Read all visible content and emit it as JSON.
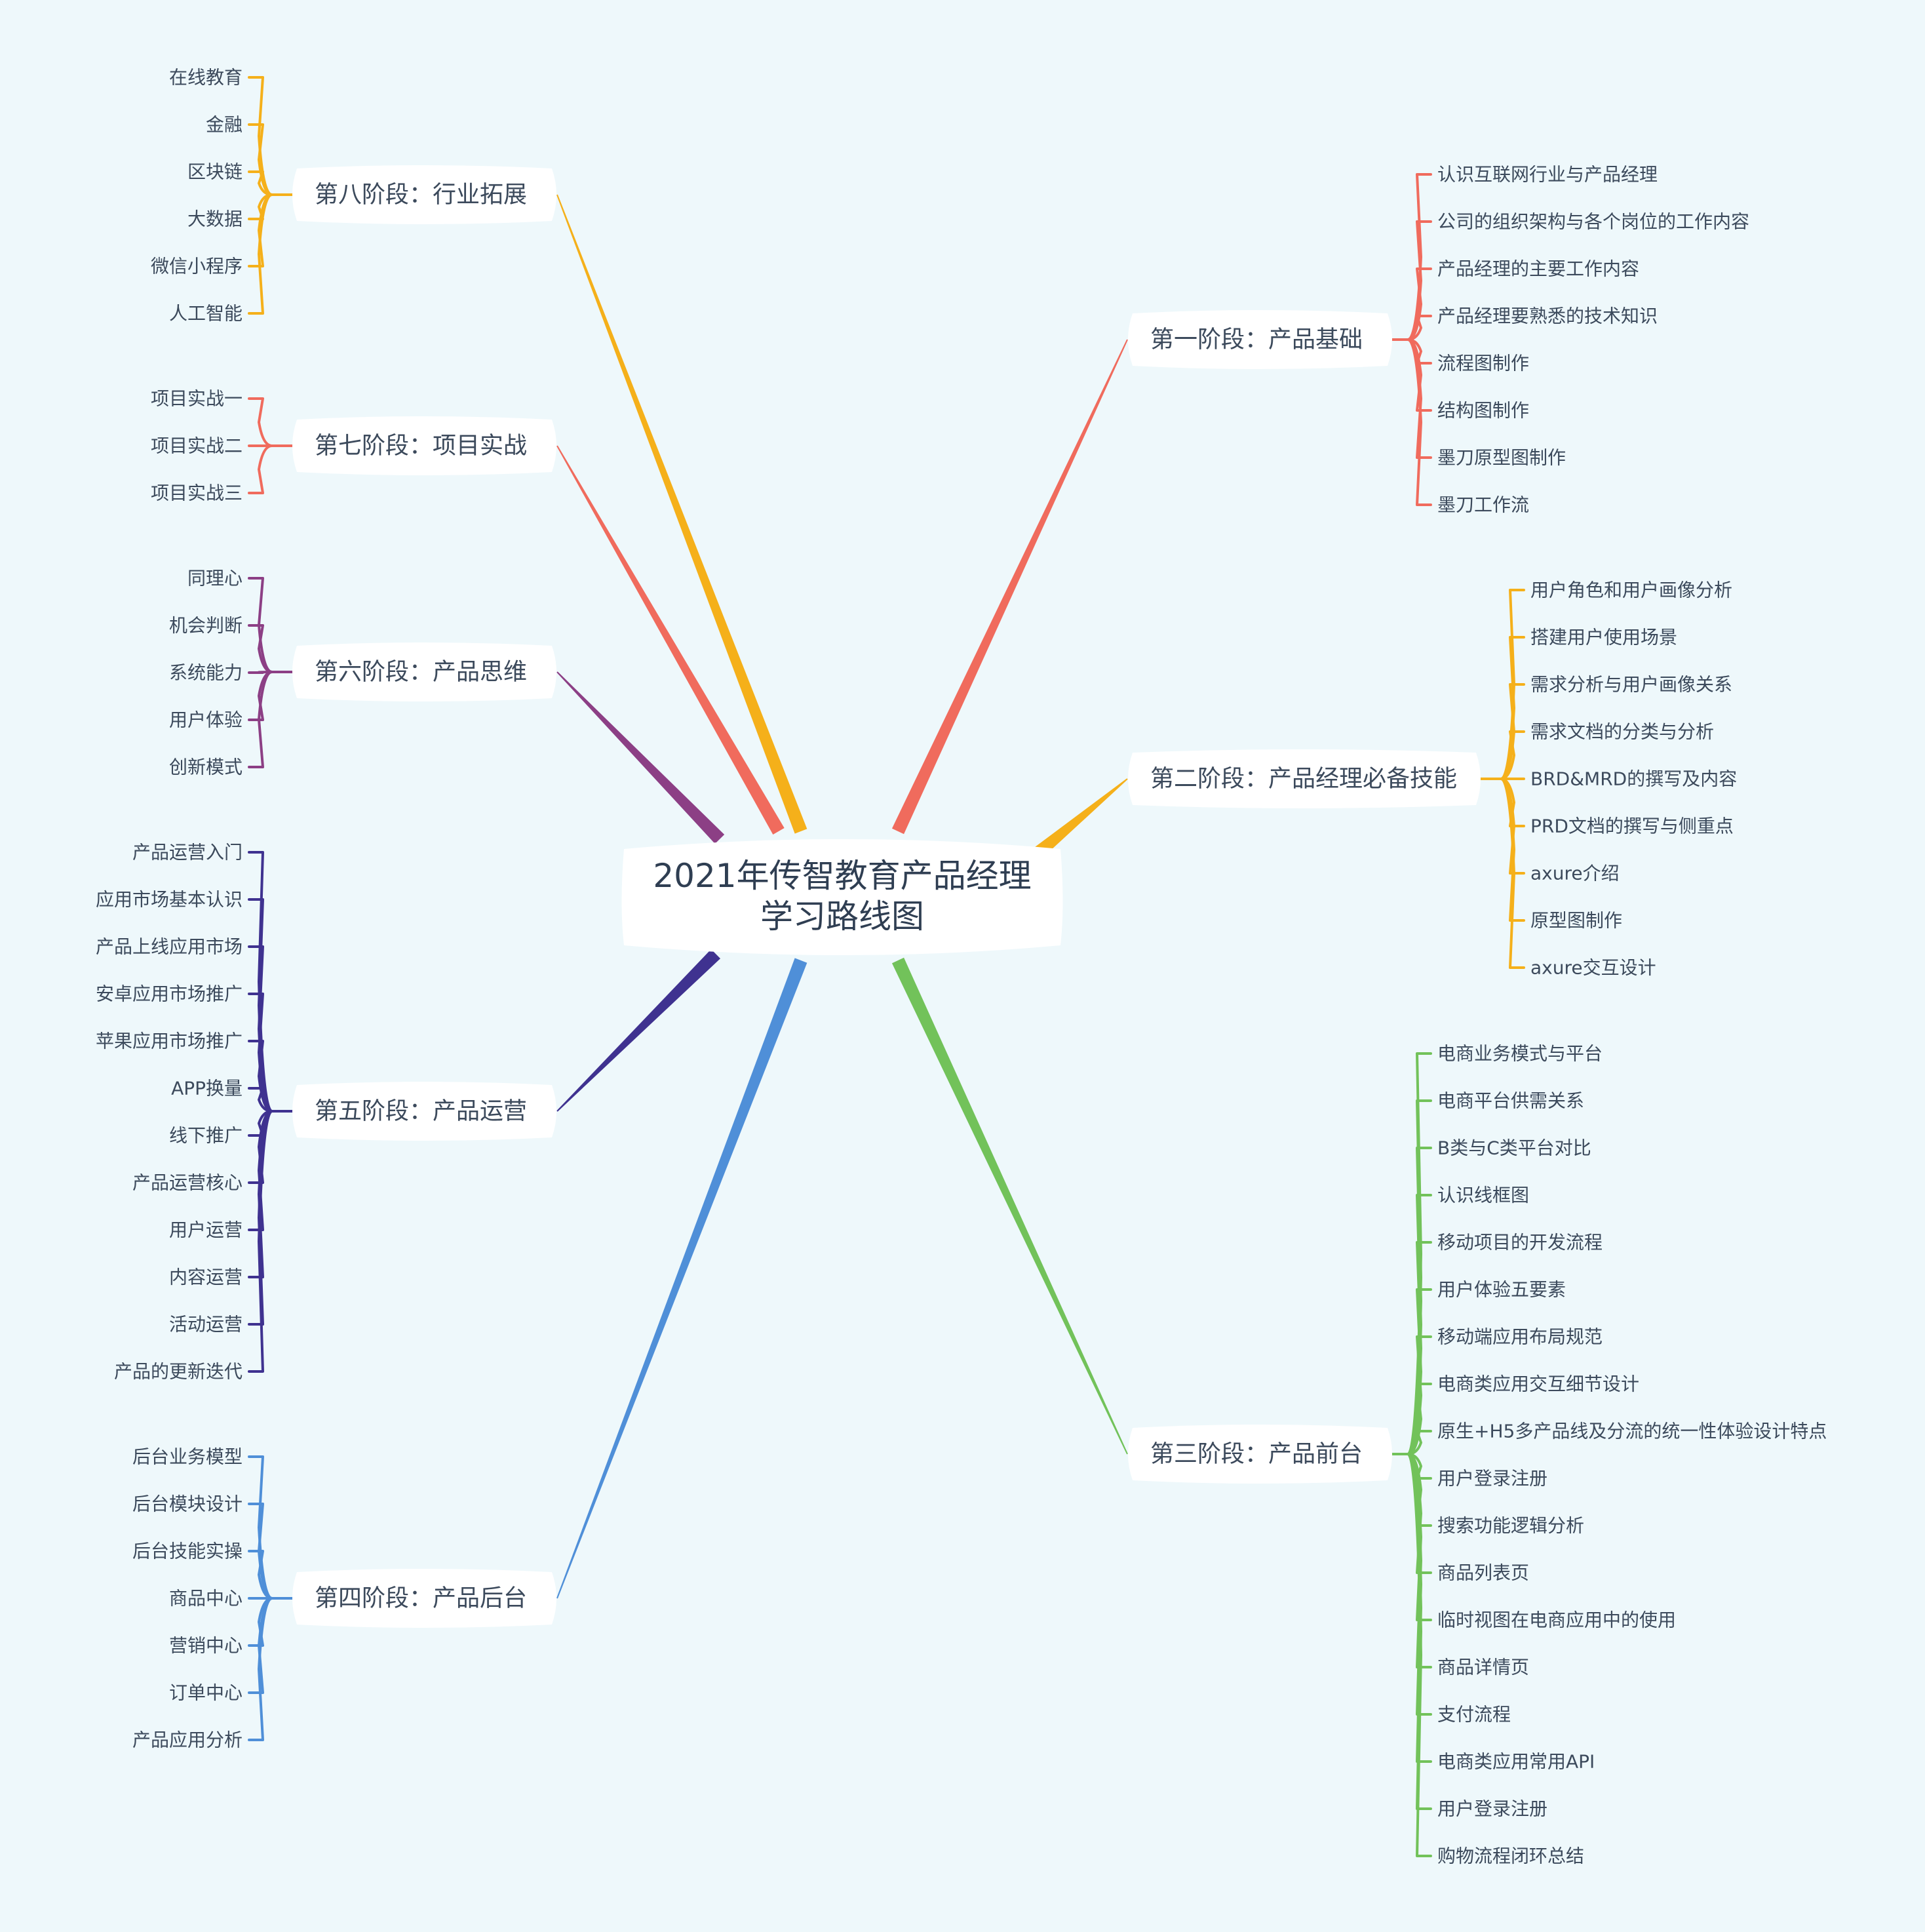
{
  "center": {
    "line1": "2021年传智教育产品经理",
    "line2": "学习路线图"
  },
  "stages": [
    {
      "label": "第一阶段：产品基础",
      "color": "#f06b5d",
      "side": "right",
      "items": [
        "认识互联网行业与产品经理",
        "公司的组织架构与各个岗位的工作内容",
        "产品经理的主要工作内容",
        "产品经理要熟悉的技术知识",
        "流程图制作",
        "结构图制作",
        "墨刀原型图制作",
        "墨刀工作流"
      ]
    },
    {
      "label": "第二阶段：产品经理必备技能",
      "color": "#f5b01a",
      "side": "right",
      "items": [
        "用户角色和用户画像分析",
        "搭建用户使用场景",
        "需求分析与用户画像关系",
        "需求文档的分类与分析",
        "BRD&MRD的撰写及内容",
        "PRD文档的撰写与侧重点",
        "axure介绍",
        "原型图制作",
        "axure交互设计"
      ]
    },
    {
      "label": "第三阶段：产品前台",
      "color": "#72c25a",
      "side": "right",
      "items": [
        "电商业务模式与平台",
        "电商平台供需关系",
        "B类与C类平台对比",
        "认识线框图",
        "移动项目的开发流程",
        "用户体验五要素",
        "移动端应用布局规范",
        "电商类应用交互细节设计",
        "原生+H5多产品线及分流的统一性体验设计特点",
        "用户登录注册",
        "搜索功能逻辑分析",
        "商品列表页",
        "临时视图在电商应用中的使用",
        "商品详情页",
        "支付流程",
        "电商类应用常用API",
        "用户登录注册",
        "购物流程闭环总结"
      ]
    },
    {
      "label": "第四阶段：产品后台",
      "color": "#4f8fd8",
      "side": "left",
      "items": [
        "后台业务模型",
        "后台模块设计",
        "后台技能实操",
        "商品中心",
        "营销中心",
        "订单中心",
        "产品应用分析"
      ]
    },
    {
      "label": "第五阶段：产品运营",
      "color": "#3f3290",
      "side": "left",
      "items": [
        "产品运营入门",
        "应用市场基本认识",
        "产品上线应用市场",
        "安卓应用市场推广",
        "苹果应用市场推广",
        "APP换量",
        "线下推广",
        "产品运营核心",
        "用户运营",
        "内容运营",
        "活动运营",
        "产品的更新迭代"
      ]
    },
    {
      "label": "第六阶段：产品思维",
      "color": "#8c3f85",
      "side": "left",
      "items": [
        "同理心",
        "机会判断",
        "系统能力",
        "用户体验",
        "创新模式"
      ]
    },
    {
      "label": "第七阶段：项目实战",
      "color": "#f06b5d",
      "side": "left",
      "items": [
        "项目实战一",
        "项目实战二",
        "项目实战三"
      ]
    },
    {
      "label": "第八阶段：行业拓展",
      "color": "#f5b01a",
      "side": "left",
      "items": [
        "在线教育",
        "金融",
        "区块链",
        "大数据",
        "微信小程序",
        "人工智能"
      ]
    }
  ]
}
